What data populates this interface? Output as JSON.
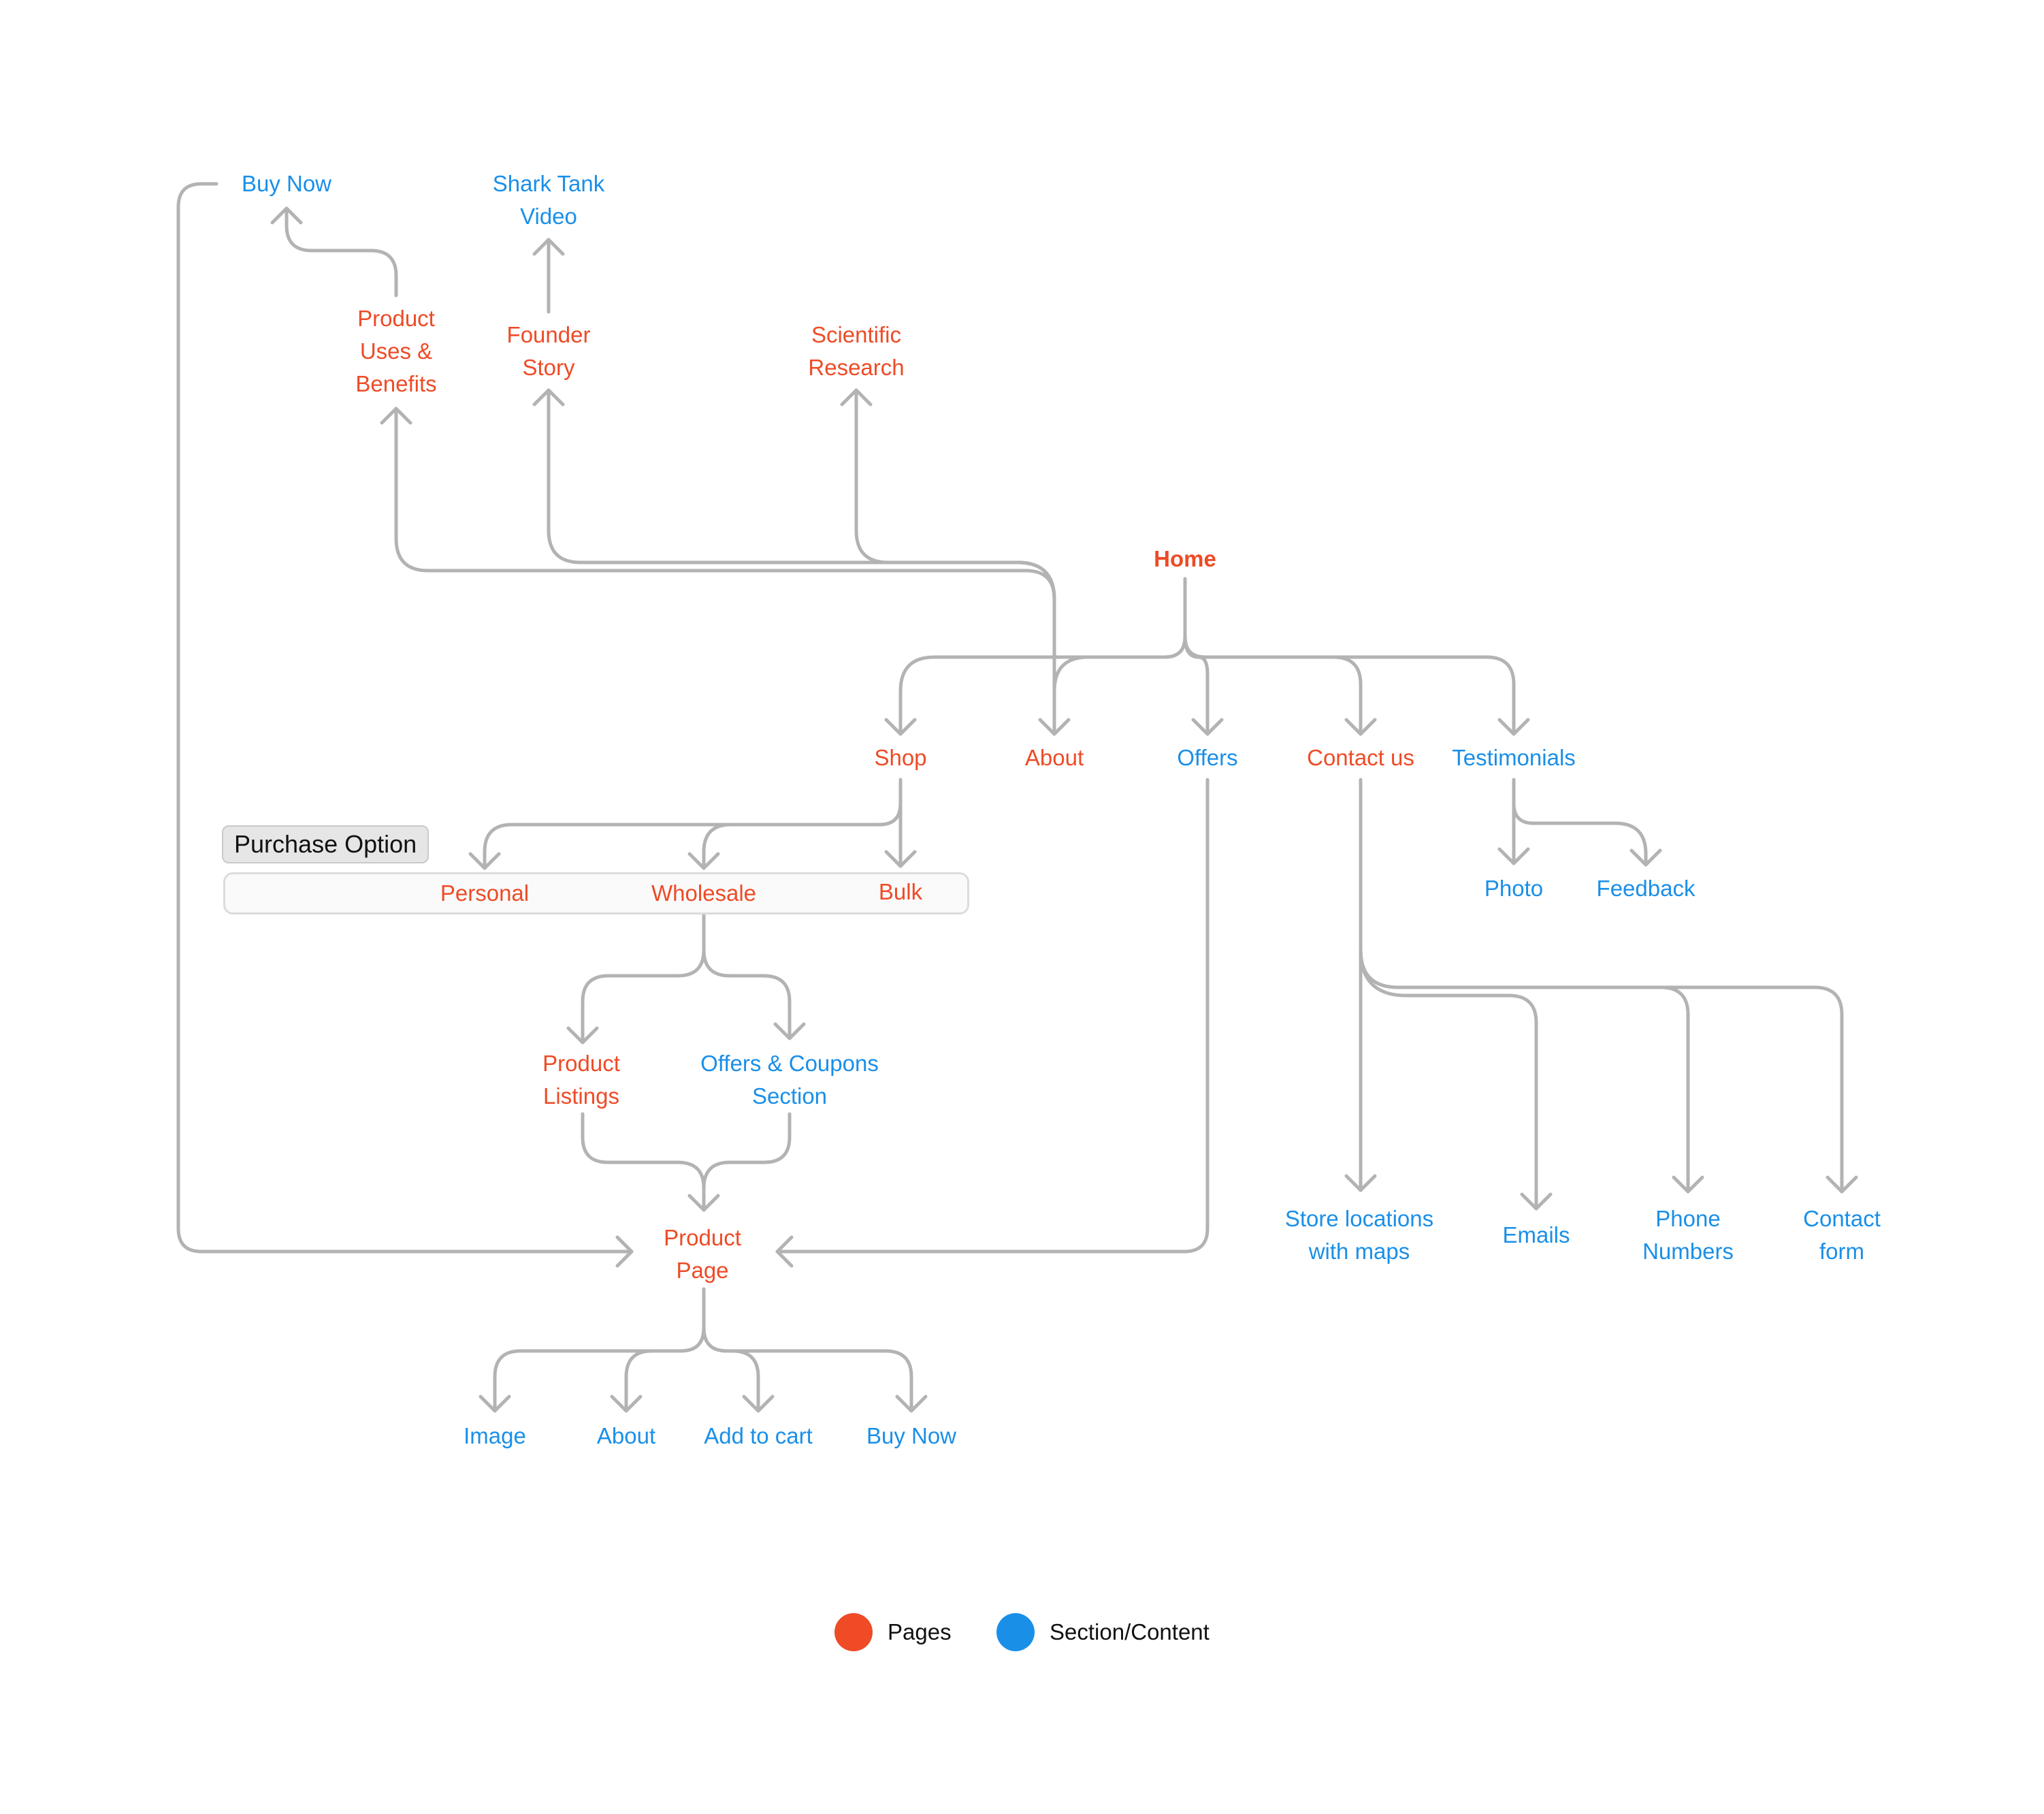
{
  "colors": {
    "page": "#ee4b26",
    "section": "#1a8fe8",
    "connector": "#b3b3b3"
  },
  "group": {
    "title": "Purchase Option"
  },
  "nodes": {
    "home": "Home",
    "shop": "Shop",
    "about": "About",
    "offers": "Offers",
    "contact_us": "Contact us",
    "testimonials": "Testimonials",
    "photo": "Photo",
    "feedback": "Feedback",
    "personal": "Personal",
    "wholesale": "Wholesale",
    "bulk": "Bulk",
    "product_listings": "Product\nListings",
    "offers_coupons": "Offers & Coupons\nSection",
    "product_page": "Product\nPage",
    "image": "Image",
    "about_section": "About",
    "add_to_cart": "Add to cart",
    "buy_now_bottom": "Buy Now",
    "store_locations": "Store locations\nwith maps",
    "emails": "Emails",
    "phone_numbers": "Phone\nNumbers",
    "contact_form": "Contact\nform",
    "product_uses": "Product\nUses &\nBenefits",
    "founder_story": "Founder\nStory",
    "scientific_research": "Scientific\nResearch",
    "buy_now_top": "Buy Now",
    "shark_tank": "Shark Tank\nVideo"
  },
  "legend": [
    {
      "label": "Pages",
      "color": "#ee4b26"
    },
    {
      "label": "Section/Content",
      "color": "#1a8fe8"
    }
  ]
}
